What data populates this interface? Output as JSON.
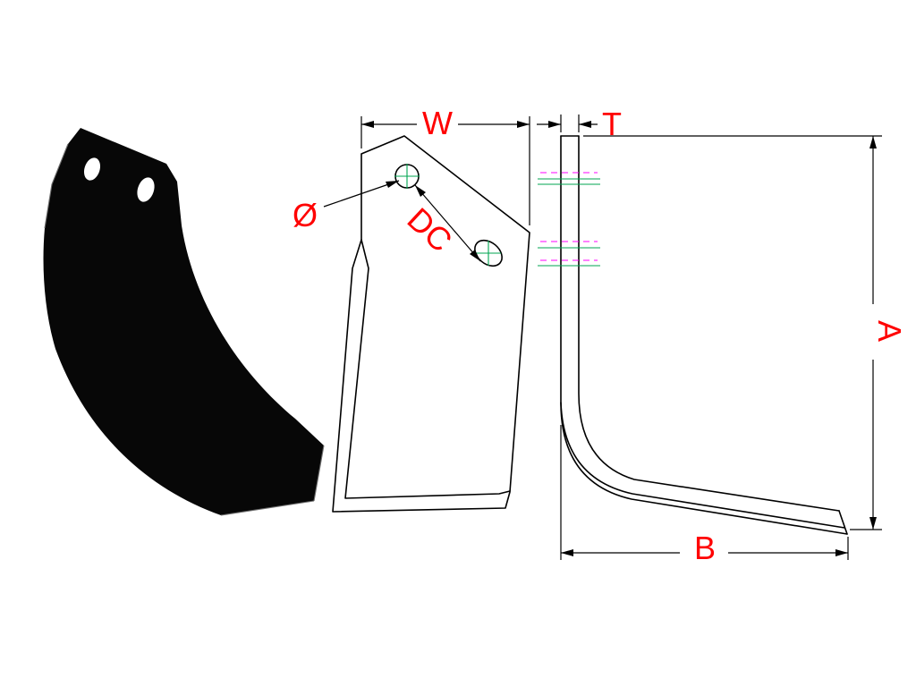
{
  "drawing": {
    "labels": {
      "width": "W",
      "thickness": "T",
      "diameter": "Ø",
      "distance_centers": "DC",
      "height": "A",
      "length": "B"
    },
    "colors": {
      "dimension_text": "#ff0000",
      "outline": "#000000",
      "blade_fill": "#070707",
      "blade_edge_highlight": "#6e6e6e",
      "center_mark": "#00a650",
      "hidden_line": "#ff00ff",
      "background": "#ffffff"
    }
  }
}
